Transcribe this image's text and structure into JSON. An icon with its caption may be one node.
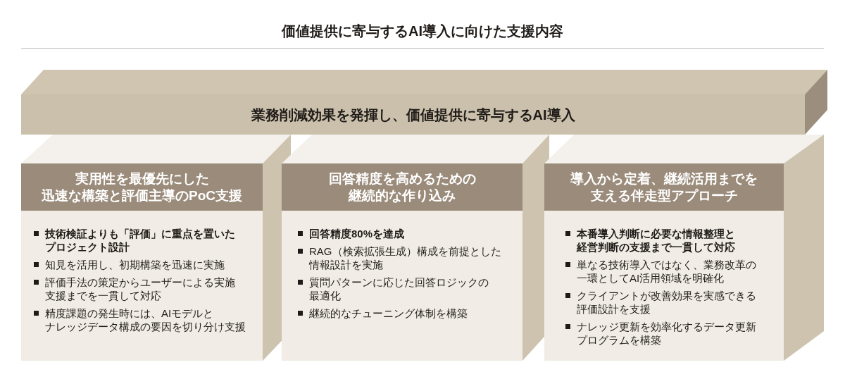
{
  "diagram": {
    "title": "価値提供に寄与するAI導入に向けた支援内容",
    "nodes": [
      {
        "text": [
          "業務削減効果を発揮し、価値提供に寄与するAI導入"
        ]
      },
      {
        "text": [
          "実用性を最優先にした迅速な構築と評価主導のPoC支援",
          "技術検証よりも「評価」に重点を置いたプロジェクト設計",
          "知見を活用し、初期構築を迅速に実施",
          "評価手法の策定からユーザーによる実施支援までを一貫して対応",
          "精度課題の発生時には、AIモデルとナレッジデータ構成の要因を切り分け支援"
        ]
      },
      {
        "text": [
          "回答精度を高めるための継続的な作り込み",
          "回答精度80%を達成",
          "RAG（検索拡張生成）構成を前提とした情報設計を実施",
          "質問パターンに応じた回答ロジックの最適化",
          "継続的なチューニング体制を構築"
        ]
      },
      {
        "text": [
          "導入から定着、継続活用までを支える伴走型アプローチ",
          "本番導入判断に必要な情報整理と経営判断の支援まで一貫して対応",
          "単なる技術導入ではなく、業務改革の一環としてAI活用領域を明確化",
          "クライアントが改善効果を実感できる評価設計を支援",
          "ナレッジ更新を効率化するデータ更新プログラムを構築"
        ]
      }
    ]
  }
}
